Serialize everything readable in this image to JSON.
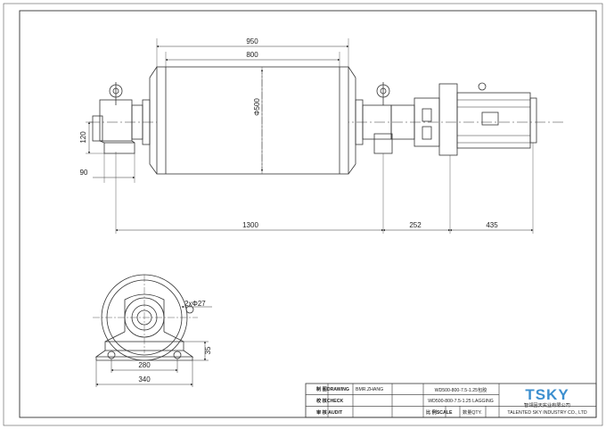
{
  "dimensions": {
    "shell_width": "950",
    "face_width": "800",
    "diameter": "Φ500",
    "bearing_height": "120",
    "bearing_width": "90",
    "center_span": "1300",
    "coupling_length": "252",
    "drive_length": "435",
    "bolt_holes": "2xΦ27",
    "foot_height": "35",
    "hole_spacing": "280",
    "base_width": "340"
  },
  "title_block": {
    "drawn_label": "制 图DRAWING",
    "drawn_name": "BMR.ZHANG",
    "check_label": "校 核CHECK",
    "audit_label": "审 核 AUDIT",
    "part_no_cn": "WD500-800-7.5-1.25包胶",
    "part_no_en": "WD500-800-7.5-1.25 LAGGING",
    "scale_label": "比 例SCALE",
    "qty_label": "数量QTY.",
    "logo": "TSKY",
    "company_cn": "智领固天实业有限公司",
    "company_en": "TALENTED SKY INDUSTRY CO., LTD"
  },
  "colors": {
    "line": "#333333",
    "logo": "#3c8fcf"
  }
}
